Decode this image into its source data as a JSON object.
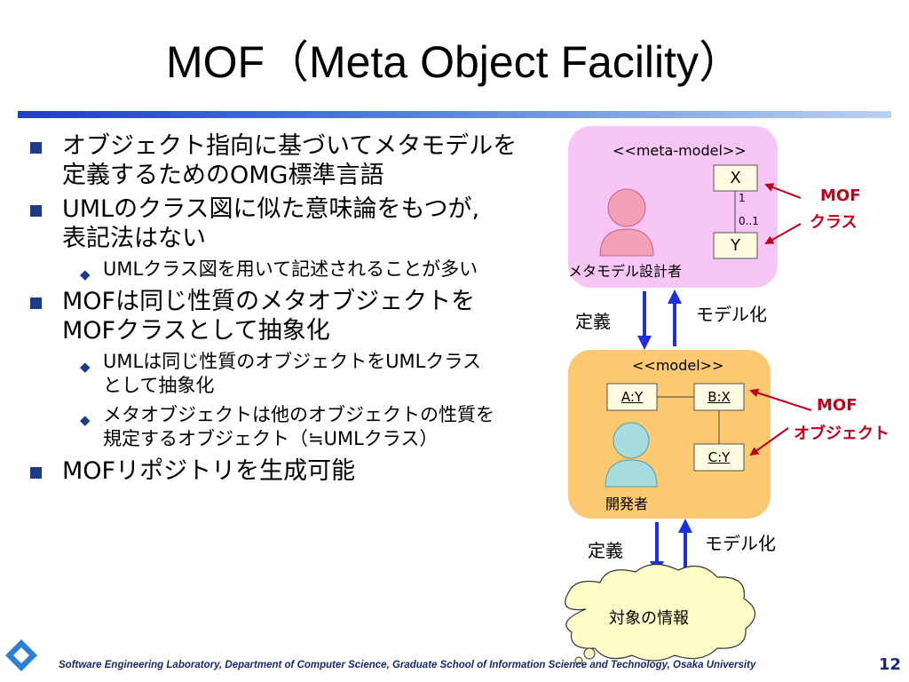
{
  "slide": {
    "title": "MOF（Meta Object Facility）",
    "page_number": "12",
    "footer": "Software Engineering Laboratory,  Department of Computer Science,  Graduate School of Information Science and Technology,  Osaka University"
  },
  "bullets": [
    {
      "lines": [
        "オブジェクト指向に基づいてメタモデルを",
        "定義するためのOMG標準言語"
      ]
    },
    {
      "lines": [
        "UMLのクラス図に似た意味論をもつが,",
        "表記法はない"
      ],
      "sub": [
        {
          "lines": [
            "UMLクラス図を用いて記述されることが多い"
          ]
        }
      ]
    },
    {
      "lines": [
        "MOFは同じ性質のメタオブジェクトを",
        "MOFクラスとして抽象化"
      ],
      "sub": [
        {
          "lines": [
            "UMLは同じ性質のオブジェクトをUMLクラス",
            "として抽象化"
          ]
        },
        {
          "lines": [
            "メタオブジェクトは他のオブジェクトの性質を",
            "規定するオブジェクト（≒UMLクラス）"
          ]
        }
      ]
    },
    {
      "lines": [
        "MOFリポジトリを生成可能"
      ]
    }
  ],
  "diagram": {
    "meta_model": {
      "label": "<<meta-model>>",
      "class_x": "X",
      "class_y": "Y",
      "mult_top": "1",
      "mult_bottom": "0..1",
      "actor": "メタモデル設計者",
      "fill": "#f7c6f7"
    },
    "model": {
      "label": "<<model>>",
      "obj_a": "A:Y",
      "obj_b": "B:X",
      "obj_c": "C:Y",
      "actor": "開発者",
      "fill": "#fcc970"
    },
    "arrow_define_top": "定義",
    "arrow_modeling_top": "モデル化",
    "arrow_define_bottom": "定義",
    "arrow_modeling_bottom": "モデル化",
    "mof_class_label": [
      "MOF",
      "クラス"
    ],
    "mof_object_label": [
      "MOF",
      "オブジェクト"
    ],
    "cloud_label": "対象の情報",
    "colors": {
      "arrow_blue": "#1f2fe0",
      "callout_red": "#c0001a",
      "meta_actor": "#f4a0b8",
      "dev_actor": "#a8dde0"
    }
  }
}
